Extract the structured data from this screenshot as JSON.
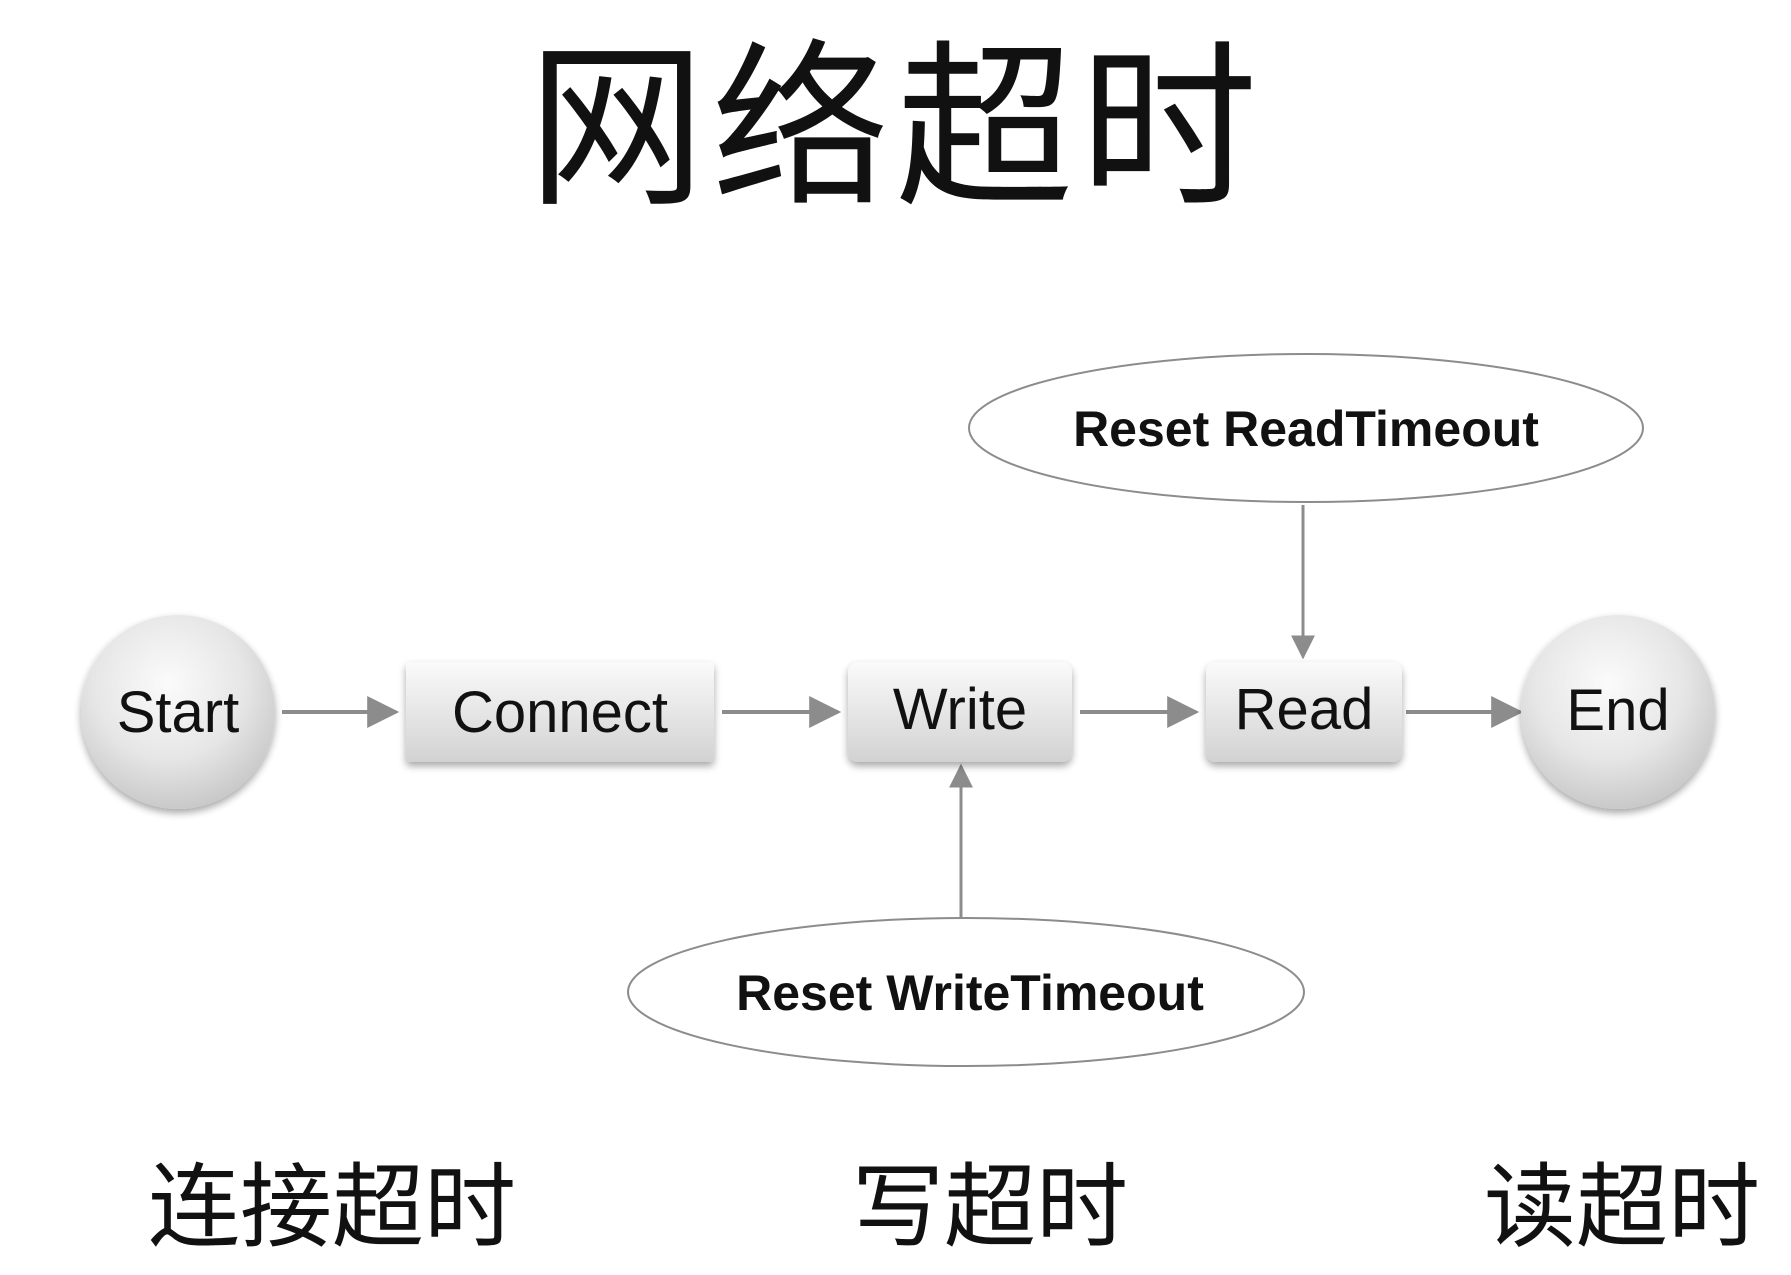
{
  "title": "网络超时",
  "nodes": {
    "start": "Start",
    "connect": "Connect",
    "write": "Write",
    "read": "Read",
    "end": "End"
  },
  "annotations": {
    "reset_read": "Reset ReadTimeout",
    "reset_write": "Reset WriteTimeout"
  },
  "timeouts": {
    "connect": "连接超时",
    "write": "写超时",
    "read": "读超时"
  },
  "colors": {
    "node_fill_light": "#fafafa",
    "node_fill_dark": "#d4d4d4",
    "arrow": "#8c8c8c",
    "text": "#111111"
  }
}
